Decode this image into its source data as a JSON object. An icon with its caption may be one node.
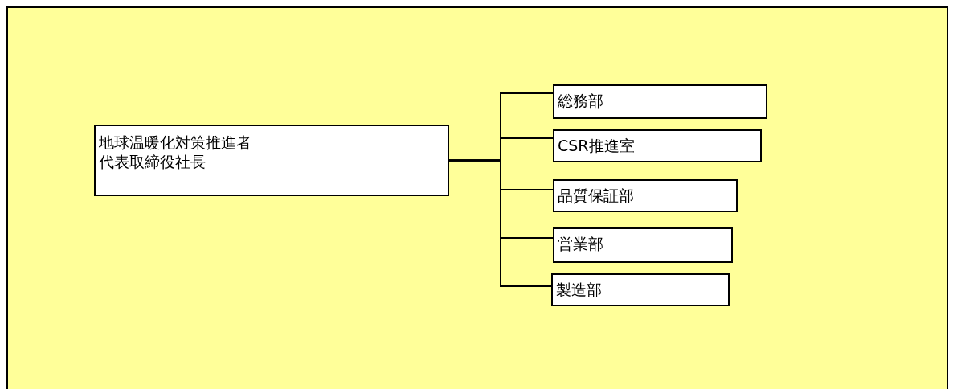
{
  "diagram": {
    "nodes": [
      {
        "text": [
          "地球温暖化対策推進者",
          "代表取締役社長"
        ]
      },
      {
        "text": [
          "総務部"
        ]
      },
      {
        "text": [
          "CSR推進室"
        ]
      },
      {
        "text": [
          "品質保証部"
        ]
      },
      {
        "text": [
          "営業部"
        ]
      },
      {
        "text": [
          "製造部"
        ]
      }
    ],
    "edges": [
      {
        "from": 0,
        "to": 1,
        "arrow": "none"
      },
      {
        "from": 0,
        "to": 2,
        "arrow": "none"
      },
      {
        "from": 0,
        "to": 3,
        "arrow": "none"
      },
      {
        "from": 0,
        "to": 4,
        "arrow": "none"
      },
      {
        "from": 0,
        "to": 5,
        "arrow": "none"
      }
    ]
  }
}
